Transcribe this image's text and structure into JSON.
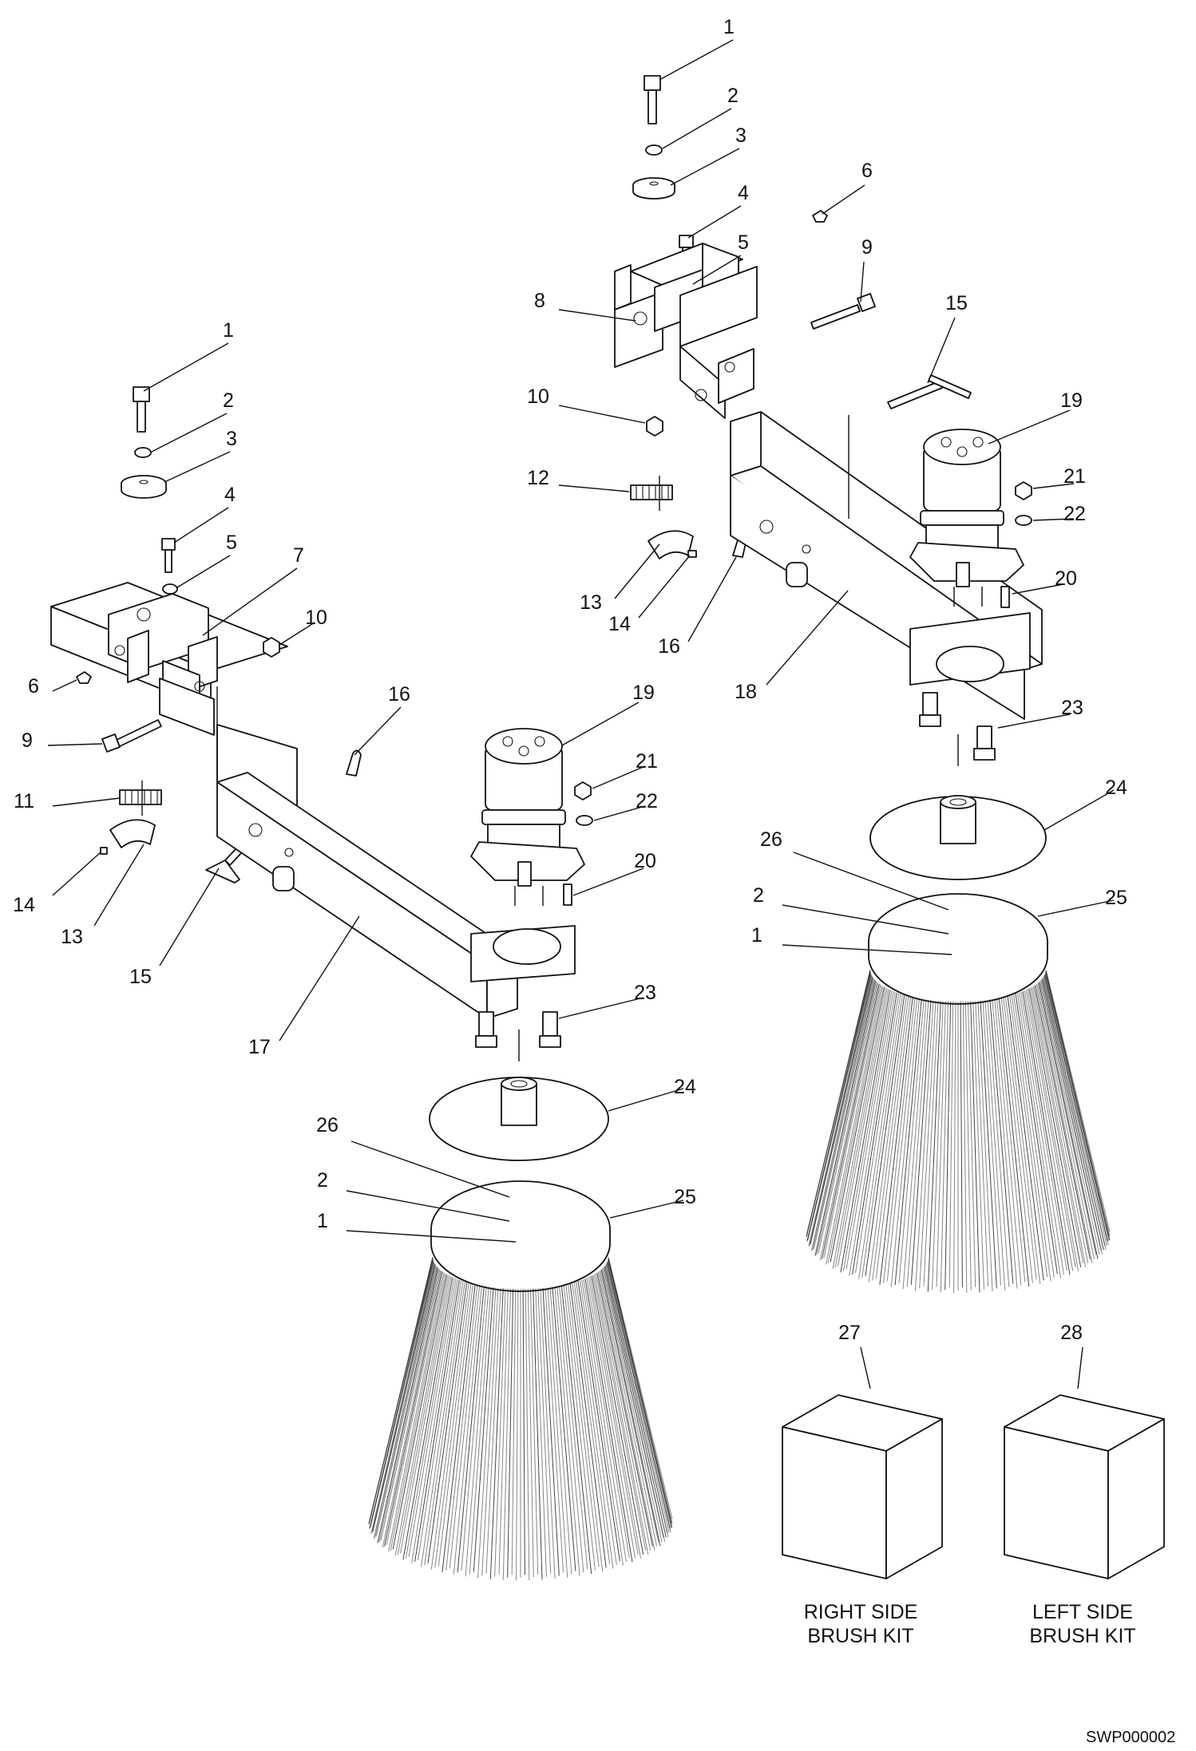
{
  "callouts": [
    {
      "label": "1"
    },
    {
      "label": "2"
    },
    {
      "label": "3"
    },
    {
      "label": "4"
    },
    {
      "label": "5"
    },
    {
      "label": "6"
    },
    {
      "label": "9"
    },
    {
      "label": "15"
    },
    {
      "label": "8"
    },
    {
      "label": "10"
    },
    {
      "label": "19"
    },
    {
      "label": "21"
    },
    {
      "label": "22"
    },
    {
      "label": "12"
    },
    {
      "label": "20"
    },
    {
      "label": "13"
    },
    {
      "label": "14"
    },
    {
      "label": "16"
    },
    {
      "label": "18"
    },
    {
      "label": "23"
    },
    {
      "label": "24"
    },
    {
      "label": "26"
    },
    {
      "label": "25"
    },
    {
      "label": "2"
    },
    {
      "label": "1"
    },
    {
      "label": "1"
    },
    {
      "label": "2"
    },
    {
      "label": "3"
    },
    {
      "label": "4"
    },
    {
      "label": "5"
    },
    {
      "label": "7"
    },
    {
      "label": "10"
    },
    {
      "label": "6"
    },
    {
      "label": "9"
    },
    {
      "label": "16"
    },
    {
      "label": "19"
    },
    {
      "label": "21"
    },
    {
      "label": "22"
    },
    {
      "label": "11"
    },
    {
      "label": "20"
    },
    {
      "label": "14"
    },
    {
      "label": "13"
    },
    {
      "label": "15"
    },
    {
      "label": "17"
    },
    {
      "label": "23"
    },
    {
      "label": "24"
    },
    {
      "label": "26"
    },
    {
      "label": "25"
    },
    {
      "label": "2"
    },
    {
      "label": "1"
    },
    {
      "label": "27"
    },
    {
      "label": "28"
    }
  ],
  "kits": {
    "right": {
      "line1": "RIGHT SIDE",
      "line2": "BRUSH KIT"
    },
    "left": {
      "line1": "LEFT SIDE",
      "line2": "BRUSH KIT"
    }
  },
  "drawing_code": "SWP000002"
}
